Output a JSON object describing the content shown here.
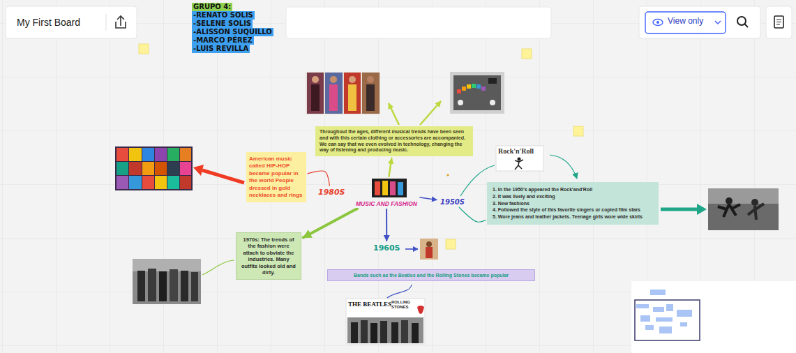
{
  "diagram": {
    "title": "My First Board",
    "nodes": [
      {
        "text": [
          "GRUPO 4:",
          "-RENATO SOLIS",
          "-SELENE SOLIS",
          "-ALISSON SUQUILLO",
          "-MARCO PÉREZ",
          "-LUIS REVILLA"
        ]
      },
      {
        "text": [
          "Throughout the ages, different musical trends have been seen and with this certain clothing or accessories are accompanied. We can say that we even evolved in technology, changing the way of listening and producing music."
        ]
      },
      {
        "text": [
          "American music called HIP-HOP became popular in the world People dressed in gold necklaces and rings"
        ]
      },
      {
        "text": [
          "1980S"
        ]
      },
      {
        "text": [
          "MUSIC AND FASHION"
        ]
      },
      {
        "text": [
          "1950S"
        ]
      },
      {
        "text": [
          "1. In the 1950's appeared the Rock'and'Roll",
          "2. It was lively and exciting",
          "3. New fashions",
          "4. Followed the style of this favorite singers or copied film stars",
          "5. Wore jeans and leather jackets. Teenage girls wore wide skirts"
        ]
      },
      {
        "text": [
          "1970s: The trends of the fashion were attach to obviate the industries. Many outfits looked old and dirty."
        ]
      },
      {
        "text": [
          "1960S"
        ]
      },
      {
        "text": [
          "Bands such as the Beatles and the Rolling Stones became popular"
        ]
      }
    ],
    "edges": [
      {
        "from": 4,
        "to": 1,
        "arrow": "to"
      },
      {
        "from": 4,
        "to": 5,
        "arrow": "to"
      },
      {
        "from": 4,
        "to": 8,
        "arrow": "to"
      },
      {
        "from": 4,
        "to": 7,
        "arrow": "to"
      },
      {
        "from": 3,
        "to": 2,
        "arrow": "none"
      },
      {
        "from": 5,
        "to": 6,
        "arrow": "none"
      }
    ],
    "labels": [
      "View only",
      "Rock'n'Roll",
      "THE BEATLES",
      "ROLLING STONES"
    ]
  }
}
